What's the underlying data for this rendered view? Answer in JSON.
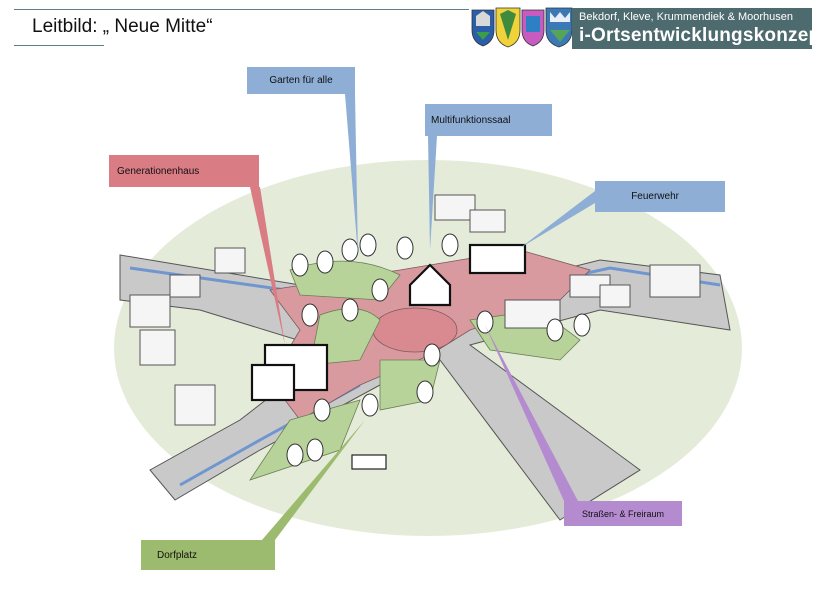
{
  "header": {
    "title": "Leitbild: „ Neue Mitte“",
    "logo_line1": "Bekdorf, Kleve, Krummendiek & Moorhusen",
    "logo_line2": "i-Ortsentwicklungskonzept"
  },
  "callouts": {
    "garten": "Garten für alle",
    "multifunktion": "Multifunktionssaal",
    "generationenhaus": "Generationenhaus",
    "feuerwehr": "Feuerwehr",
    "strasse": "Straßen- & Freiraum",
    "dorfplatz": "Dorfplatz"
  },
  "colors": {
    "blue_callout": "#8eaed6",
    "red_callout": "#d97c84",
    "purple_callout": "#b58bd0",
    "green_callout": "#9dbb6e",
    "banner": "#4d6a6e",
    "ground": "#e4ecd9",
    "road": "#c9c9c9",
    "plaza": "#d99a9f",
    "green_area": "#b8d39a"
  },
  "icons": {
    "crests": "municipal-crests-icon",
    "buildings": "building-icon",
    "trees": "tree-icon",
    "bus": "bus-icon"
  }
}
